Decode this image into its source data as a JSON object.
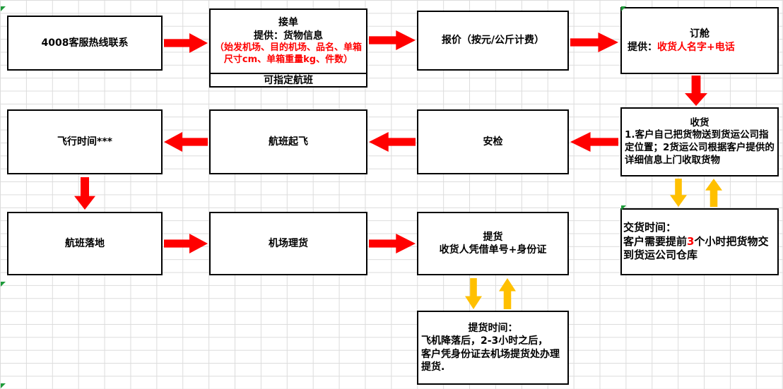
{
  "colors": {
    "arrow_red": "#FF0000",
    "arrow_yellow": "#FFC000",
    "red_text": "#FF0000",
    "box_border": "#000000",
    "grid_line": "#dcdcdc",
    "error_indicator_green": "#1e9b3a"
  },
  "boxes": {
    "hotline": {
      "text": "4008客服热线联系"
    },
    "order": {
      "title": "接单",
      "provide": "提供：货物信息",
      "details_red": "（始发机场、目的机场、品名、单箱尺寸cm、单箱重量kg、件数）",
      "note": "可指定航班"
    },
    "quote": {
      "text": "报价（按元/公斤计费）"
    },
    "booking": {
      "title": "订舱",
      "provide_label": "提供：",
      "provide_red": "收货人名字+电话"
    },
    "flight_time": {
      "text": "飞行时间***"
    },
    "takeoff": {
      "text": "航班起飞"
    },
    "security": {
      "text": "安检"
    },
    "receive": {
      "title": "收货",
      "body": "1.客户自己把货物送到货运公司指定位置；2货运公司根据客户提供的详细信息上门收取货物"
    },
    "landing": {
      "text": "航班落地"
    },
    "tally": {
      "text": "机场理货"
    },
    "pickup": {
      "title": "提货",
      "subtitle": "收货人凭借单号+身份证"
    },
    "delivery_time": {
      "title": "交货时间：",
      "body_pre": "客户需要提前",
      "body_red": "3",
      "body_post": "个小时把货物交到货运公司仓库"
    },
    "pickup_time": {
      "title": "提货时间：",
      "line1": "飞机降落后，2-3小时之后，",
      "line2": "客户凭身份证去机场提货处办理提货."
    }
  }
}
